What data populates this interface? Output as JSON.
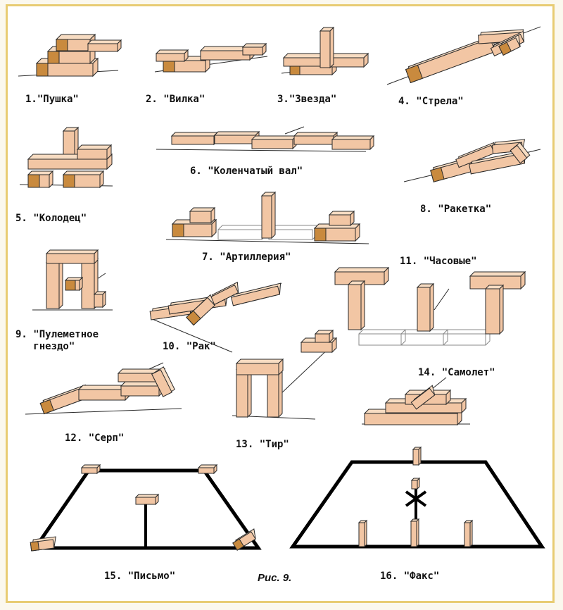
{
  "colors": {
    "wood_face": "#f2c6a4",
    "wood_top": "#f7dcc2",
    "wood_end": "#c98a3e",
    "outline": "#2a2a2a",
    "frame": "#e8cc73"
  },
  "figures": [
    {
      "id": 1,
      "label": "1.\"Пушка\""
    },
    {
      "id": 2,
      "label": "2. \"Вилка\""
    },
    {
      "id": 3,
      "label": "3.\"Звезда\""
    },
    {
      "id": 4,
      "label": "4. \"Стрела\""
    },
    {
      "id": 5,
      "label": "5. \"Колодец\""
    },
    {
      "id": 6,
      "label": "6. \"Коленчатый вал\""
    },
    {
      "id": 7,
      "label": "7. \"Артиллерия\""
    },
    {
      "id": 8,
      "label": "8. \"Ракетка\""
    },
    {
      "id": 9,
      "label": "9. \"Пулеметное\n   гнездо\""
    },
    {
      "id": 10,
      "label": "10. \"Рак\""
    },
    {
      "id": 11,
      "label": "11. \"Часовые\""
    },
    {
      "id": 12,
      "label": "12. \"Серп\""
    },
    {
      "id": 13,
      "label": "13. \"Тир\""
    },
    {
      "id": 14,
      "label": "14. \"Самолет\""
    },
    {
      "id": 15,
      "label": "15. \"Письмо\""
    },
    {
      "id": 16,
      "label": "16. \"Факс\""
    }
  ],
  "caption": "Рис. 9."
}
